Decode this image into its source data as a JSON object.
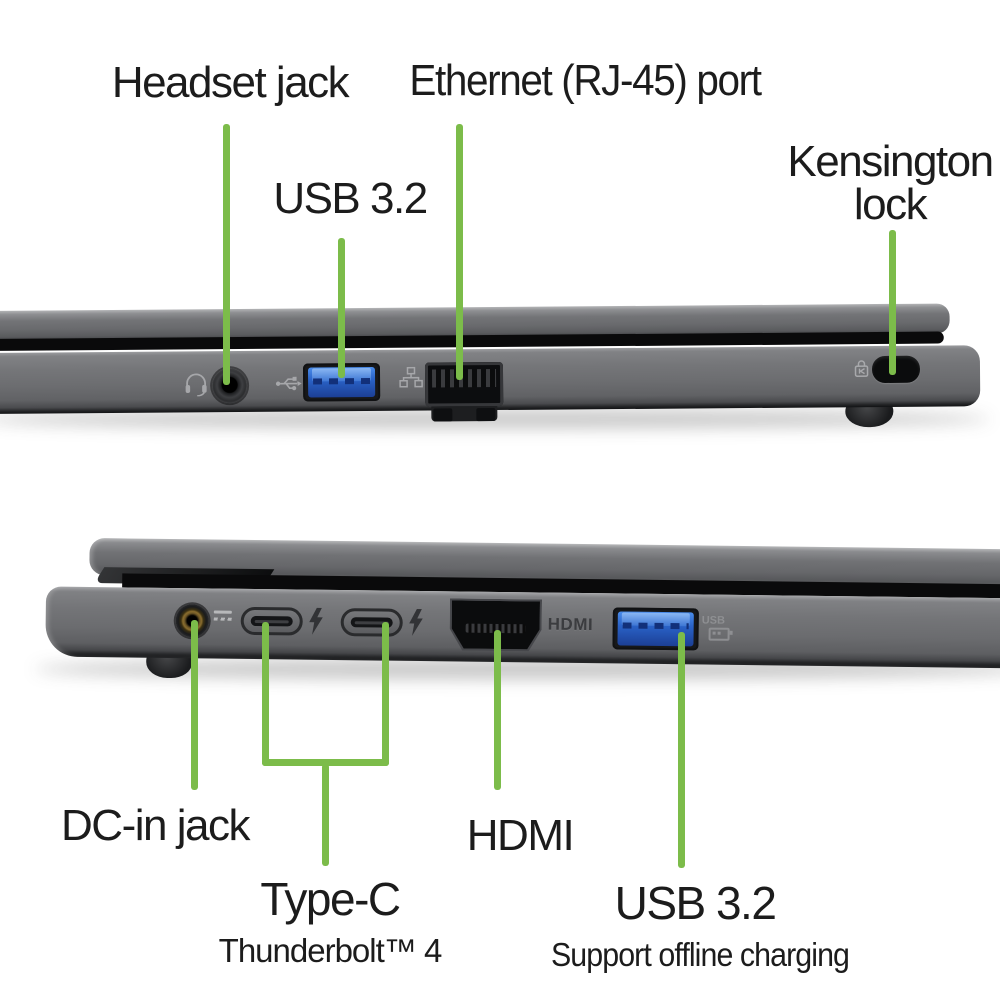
{
  "colors": {
    "background": "#ffffff",
    "callout_green": "#7cbc4a",
    "text": "#1c1c1c",
    "chassis_gray": "#6b6c6f",
    "usb_blue": "#2a63c8"
  },
  "top_view": {
    "labels": {
      "headset": "Headset jack",
      "usb": "USB 3.2",
      "ethernet": "Ethernet (RJ-45) port",
      "kensington_line1": "Kensington",
      "kensington_line2": "lock"
    }
  },
  "bottom_view": {
    "labels": {
      "dc_in": "DC-in jack",
      "type_c": "Type-C",
      "type_c_sub": "Thunderbolt™ 4",
      "hdmi": "HDMI",
      "usb": "USB 3.2",
      "usb_sub": "Support offline charging"
    },
    "port_markings": {
      "hdmi_logo": "HDMI",
      "usb_charging_badge": "USB"
    }
  }
}
